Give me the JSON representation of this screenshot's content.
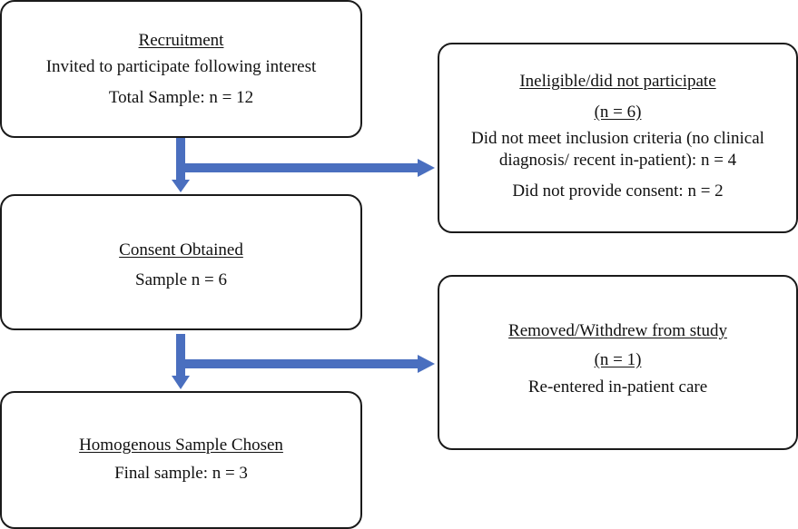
{
  "recruitment": {
    "title": "Recruitment",
    "line1": "Invited to participate following interest",
    "line2": "Total Sample: n = 12"
  },
  "consent": {
    "title": "Consent Obtained",
    "line1": "Sample n = 6"
  },
  "final": {
    "title": "Homogenous Sample Chosen",
    "line1": "Final sample: n = 3"
  },
  "ineligible": {
    "title": "Ineligible/did not participate",
    "count": "(n = 6)",
    "line1a": "Did not meet inclusion criteria (no clinical",
    "line1b": "diagnosis/ recent in-patient): n = 4",
    "line2": "Did not provide consent: n = 2"
  },
  "removed": {
    "title": "Removed/Withdrew from study",
    "count": "(n = 1)",
    "line1": "Re-entered in-patient care"
  },
  "colors": {
    "arrow": "#4a6fbf",
    "border": "#1a1a1a"
  }
}
